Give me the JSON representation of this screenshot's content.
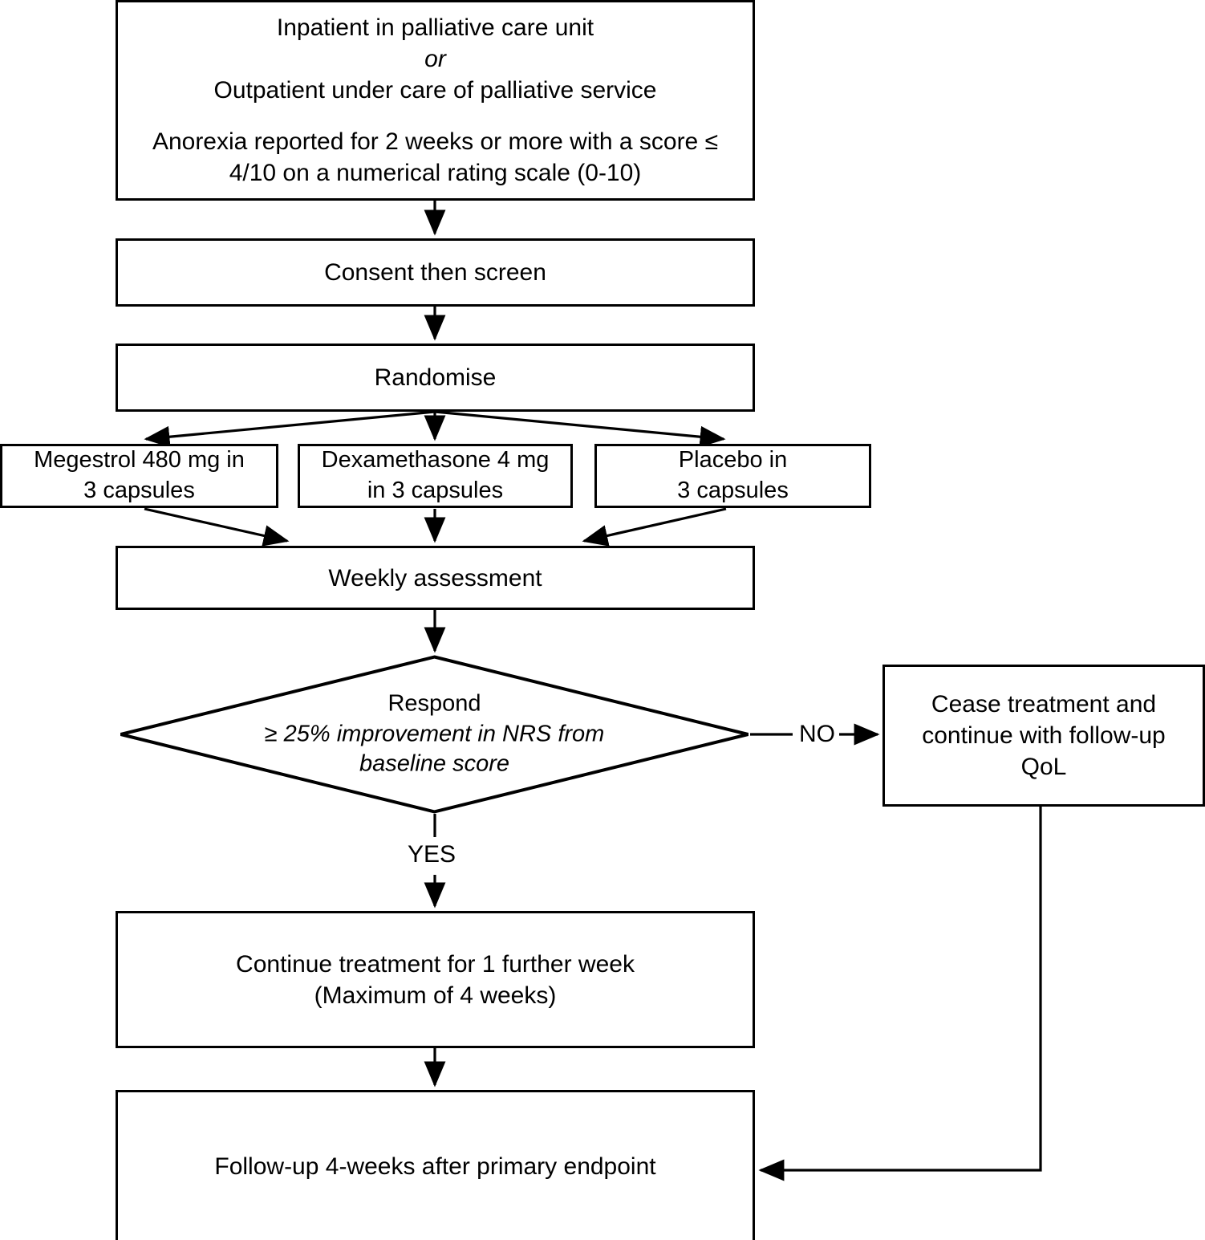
{
  "diagram": {
    "type": "flowchart",
    "title": "Randomised controlled trial flow diagram for anorexia treatment in palliative care",
    "line_color": "#000000",
    "background_color": "#ffffff",
    "text_color": "#000000"
  },
  "nodes": {
    "eligibility": {
      "shape": "rectangle",
      "line1": "Inpatient in palliative care unit",
      "line2": "or",
      "line3": "Outpatient under care of palliative service",
      "line4": "Anorexia reported for 2 weeks or more with a score ≤",
      "line5": "4/10 on a numerical rating scale (0-10)"
    },
    "consent": {
      "shape": "rectangle",
      "label": "Consent then screen"
    },
    "randomise": {
      "shape": "rectangle",
      "label": "Randomise"
    },
    "arm_megestrol": {
      "shape": "rectangle",
      "line1": "Megestrol 480 mg in",
      "line2": "3 capsules"
    },
    "arm_dexamethasone": {
      "shape": "rectangle",
      "line1": "Dexamethasone 4 mg",
      "line2": "in 3 capsules"
    },
    "arm_placebo": {
      "shape": "rectangle",
      "line1": "Placebo in",
      "line2": "3 capsules"
    },
    "weekly_assessment": {
      "shape": "rectangle",
      "label": "Weekly assessment"
    },
    "respond_decision": {
      "shape": "diamond",
      "line1": "Respond",
      "line2": "≥ 25% improvement in NRS from",
      "line3": "baseline score"
    },
    "cease_treatment": {
      "shape": "rectangle",
      "line1": "Cease treatment and",
      "line2": "continue with follow-up",
      "line3": "QoL"
    },
    "continue_treatment": {
      "shape": "rectangle",
      "line1": "Continue treatment for 1 further week",
      "line2": "(Maximum of 4 weeks)"
    },
    "follow_up": {
      "shape": "rectangle",
      "label": "Follow-up 4-weeks after primary endpoint"
    }
  },
  "edge_labels": {
    "no": "NO",
    "yes": "YES"
  },
  "edges": [
    {
      "from": "eligibility",
      "to": "consent",
      "label": ""
    },
    {
      "from": "consent",
      "to": "randomise",
      "label": ""
    },
    {
      "from": "randomise",
      "to": "arm_megestrol",
      "label": ""
    },
    {
      "from": "randomise",
      "to": "arm_dexamethasone",
      "label": ""
    },
    {
      "from": "randomise",
      "to": "arm_placebo",
      "label": ""
    },
    {
      "from": "arm_megestrol",
      "to": "weekly_assessment",
      "label": ""
    },
    {
      "from": "arm_dexamethasone",
      "to": "weekly_assessment",
      "label": ""
    },
    {
      "from": "arm_placebo",
      "to": "weekly_assessment",
      "label": ""
    },
    {
      "from": "weekly_assessment",
      "to": "respond_decision",
      "label": ""
    },
    {
      "from": "respond_decision",
      "to": "cease_treatment",
      "label": "NO"
    },
    {
      "from": "respond_decision",
      "to": "continue_treatment",
      "label": "YES"
    },
    {
      "from": "continue_treatment",
      "to": "follow_up",
      "label": ""
    },
    {
      "from": "cease_treatment",
      "to": "follow_up",
      "label": ""
    }
  ]
}
